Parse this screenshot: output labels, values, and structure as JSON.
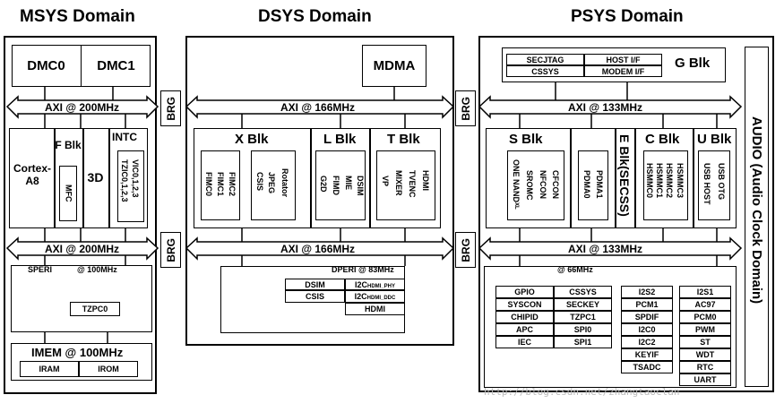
{
  "domains": {
    "msys": "MSYS Domain",
    "dsys": "DSYS Domain",
    "psys": "PSYS Domain"
  },
  "msys": {
    "dmc0": "DMC0",
    "dmc1": "DMC1",
    "axi_top": "AXI @ 200MHz",
    "axi_bottom": "AXI @ 200MHz",
    "cortex": "Cortex-A8",
    "fblk": "F Blk",
    "mfc": "MFC",
    "three_d": "3D",
    "intc": "INTC",
    "intc_items": "TZIC0,1,2,3",
    "intc_items2": "VIC0,1,2,3",
    "speri": "SPERI",
    "speri_clock": "@ 100MHz",
    "tzpc0": "TZPC0",
    "imem": "IMEM @ 100MHz",
    "iram": "IRAM",
    "irom": "IROM"
  },
  "dsys": {
    "mdma": "MDMA",
    "axi_top": "AXI @ 166MHz",
    "axi_bottom": "AXI @ 166MHz",
    "xblk": "X Blk",
    "xblk_items": [
      "FIMC0",
      "FIMC1",
      "FIMC2",
      "CSIS",
      "JPEG",
      "Rotator"
    ],
    "lblk": "L Blk",
    "lblk_items": [
      "G2D",
      "FIMD",
      "MIE",
      "DSIM"
    ],
    "tblk": "T Blk",
    "tblk_items": [
      "VP",
      "MIXER",
      "TVENC",
      "HDMI"
    ],
    "dperi": "DPERI @ 83MHz",
    "dsim": "DSIM",
    "csis": "CSIS",
    "i2c_phy": "I2C",
    "i2c_phy_sub": "HDMI_PHY",
    "i2c_ddc": "I2C",
    "i2c_ddc_sub": "HDMI_DDC",
    "hdmi": "HDMI"
  },
  "psys": {
    "secjtag": "SECJTAG",
    "host_if": "HOST I/F",
    "cssys": "CSSYS",
    "modem_if": "MODEM I/F",
    "gblk": "G Blk",
    "axi_top": "AXI @ 133MHz",
    "axi_bottom": "AXI @ 133MHz",
    "sblk": "S Blk",
    "sblk_items": [
      "ONE NAND",
      "SROMC",
      "NFCON",
      "CFCON"
    ],
    "onenand_sub": "XL",
    "pdma_items": [
      "PDMA0",
      "PDMA1"
    ],
    "eblk": "E Blk(SECSS)",
    "cblk": "C Blk",
    "cblk_items": [
      "HSMMC0",
      "HSMMC1",
      "HSMMC2",
      "HSMMC3"
    ],
    "ublk": "U Blk",
    "ublk_items": [
      "USB HOST",
      "USB OTG"
    ],
    "peri_clock": "@ 66MHz",
    "col1": [
      "GPIO",
      "SYSCON",
      "CHIPID",
      "APC",
      "IEC"
    ],
    "col2": [
      "CSSYS",
      "SECKEY",
      "TZPC1",
      "SPI0",
      "SPI1"
    ],
    "col3": [
      "I2S2",
      "PCM1",
      "SPDIF",
      "I2C0",
      "I2C2",
      "KEYIF",
      "TSADC"
    ],
    "col4": [
      "I2S1",
      "AC97",
      "PCM0",
      "PWM",
      "ST",
      "WDT",
      "RTC",
      "UART"
    ],
    "audio": "AUDIO (Audio Clock Domain)"
  },
  "bridges": [
    "BRG",
    "BRG",
    "BRG",
    "BRG"
  ],
  "watermark": "http://blog.csdn.net/zhangtaoclan"
}
